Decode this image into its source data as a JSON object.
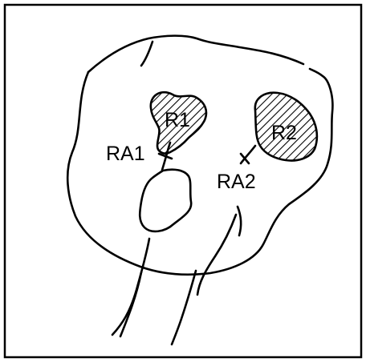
{
  "figure": {
    "labels": {
      "region_1": "R1",
      "region_2": "R2",
      "attachment_1": "RA1",
      "attachment_2": "RA2"
    },
    "colors": {
      "ink": "#000000",
      "background": "#ffffff"
    }
  }
}
